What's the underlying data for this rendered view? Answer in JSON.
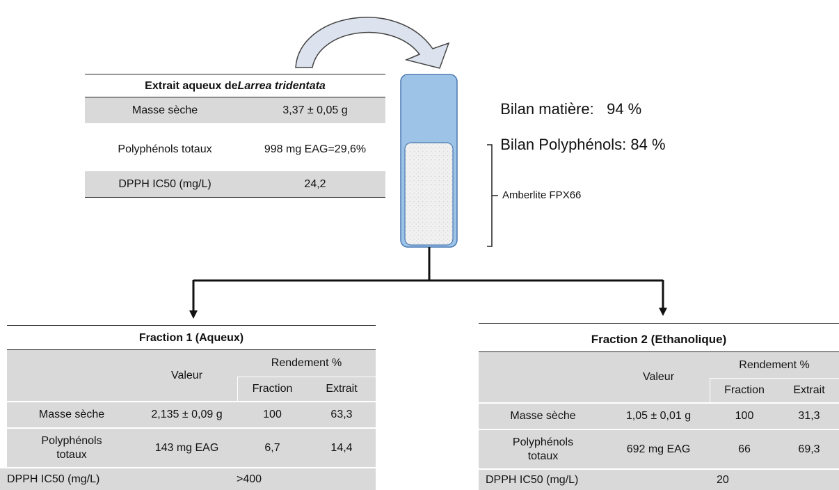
{
  "extract_table": {
    "title_prefix": "Extrait aqueux de ",
    "title_species": "Larrea tridentata",
    "rows": [
      {
        "label": "Masse sèche",
        "value": "3,37 ± 0,05 g"
      },
      {
        "label": "Polyphénols totaux",
        "value": "998 mg EAG=29,6%"
      },
      {
        "label": "DPPH IC50 (mg/L)",
        "value": "24,2"
      }
    ]
  },
  "bilans": {
    "matiere_label": "Bilan matière:",
    "matiere_value": "94 %",
    "polyphenols_label": "Bilan Polyphénols:",
    "polyphenols_value": "84 %"
  },
  "column": {
    "resin_label": "Amberlite FPX66"
  },
  "fractions": [
    {
      "title": "Fraction 1 (Aqueux)",
      "header_valeur": "Valeur",
      "header_rendement": "Rendement %",
      "header_fraction": "Fraction",
      "header_extrait": "Extrait",
      "rows": [
        {
          "label": "Masse sèche",
          "valeur": "2,135 ± 0,09 g",
          "fraction": "100",
          "extrait": "63,3"
        },
        {
          "label": "Polyphénols totaux",
          "valeur": "143 mg EAG",
          "fraction": "6,7",
          "extrait": "14,4"
        }
      ],
      "dpph_label": "DPPH IC50 (mg/L)",
      "dpph_value": ">400"
    },
    {
      "title": "Fraction 2 (Ethanolique)",
      "header_valeur": "Valeur",
      "header_rendement": "Rendement %",
      "header_fraction": "Fraction",
      "header_extrait": "Extrait",
      "rows": [
        {
          "label": "Masse sèche",
          "valeur": "1,05 ± 0,01 g",
          "fraction": "100",
          "extrait": "31,3"
        },
        {
          "label": "Polyphénols totaux",
          "valeur": "692 mg EAG",
          "fraction": "66",
          "extrait": "69,3"
        }
      ],
      "dpph_label": "DPPH IC50 (mg/L)",
      "dpph_value": "20"
    }
  ],
  "colors": {
    "table_gray": "#d9d9d9",
    "column_fill": "#9dc3e6",
    "column_stroke": "#4a79b4",
    "arrow_fill": "#dde3ee",
    "arrow_stroke": "#444444"
  }
}
